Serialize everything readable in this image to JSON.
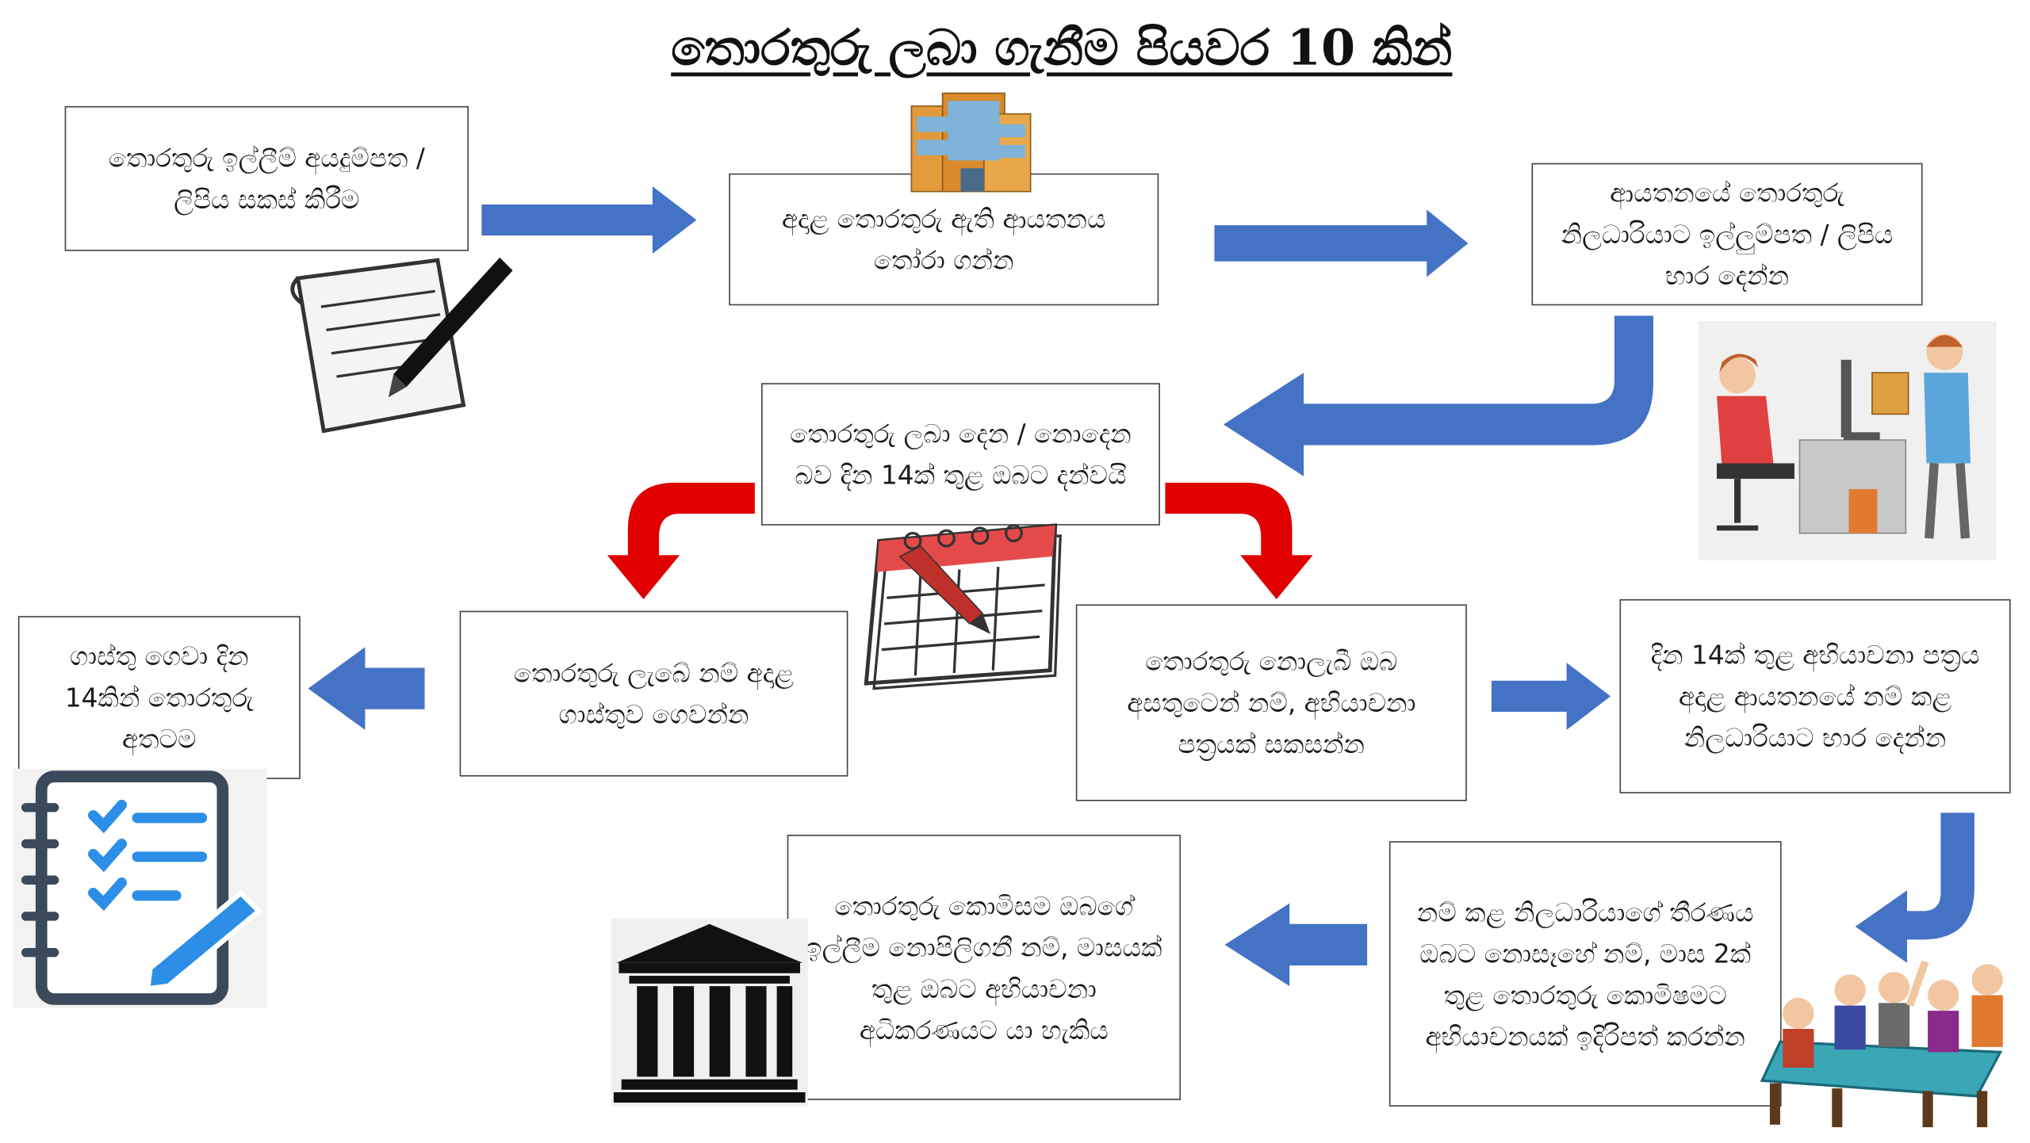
{
  "title": "තොරතුරු ලබා ගැනීම පියවර 10 කින්",
  "steps": {
    "s1": "තොරතුරු ඉල්ලීම් අයදුම්පත / ලිපිය සකස් කිරීම",
    "s2": "අදාළ තොරතුරු ඇති ආයතනය තෝරා ගන්න",
    "s3": "ආයතනයේ තොරතුරු නිලධාරියාට ඉල්ලුම්පත / ලිපිය භාර දෙන්න",
    "s4": "තොරතුරු ලබා දෙන / නොදෙන බව දින 14ක් තුළ ඔබට දන්වයි",
    "s5": "තොරතුරු ලැබේ නම් අදාළ ගාස්තුව ගෙවන්න",
    "s6": "ගාස්තු ගෙවා දින 14කින් තොරතුරු අතටම",
    "s7": "තොරතුරු නොලැබී ඔබ අසතුටෙන් නම්, අභියාචනා පත්‍රයක් සකසන්න",
    "s8": "දින 14ක් තුළ අභියාචනා පත්‍රය අදාළ ආයතනයේ නම් කළ නිලධාරියාට භාර දෙන්න",
    "s9": "නම් කළ නිලධාරියාගේ තීරණය ඔබට නොසෑහේ නම්, මාස 2ක් තුළ තොරතුරු කොමිෂමට අභියාචනයක් ඉදිරිපත් කරන්න",
    "s10": "තොරතුරු කොමිසම ඔබගේ ඉල්ලීම නොපිලිගනී නම්, මාසයක් තුළ ඔබට අභියාචනා අධිකරණයට යා හැකිය"
  },
  "icons": [
    "document-pen-icon",
    "building-icon",
    "office-handover-icon",
    "calendar-icon",
    "checklist-icon",
    "meeting-icon",
    "court-building-icon"
  ],
  "colors": {
    "blue_arrow": "#4472C4",
    "red_arrow": "#E00000",
    "border": "#444444"
  }
}
